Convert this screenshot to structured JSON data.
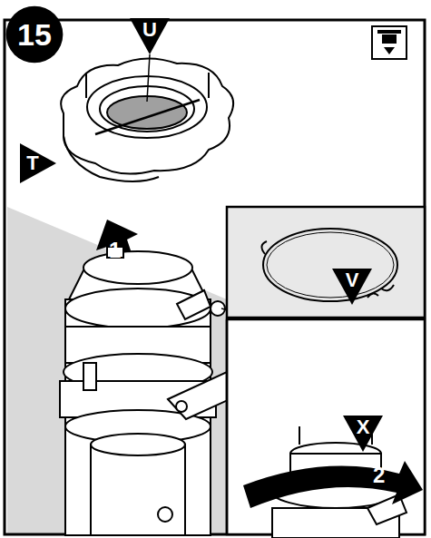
{
  "diagram": {
    "nodes": [
      {
        "text": [
          "15"
        ]
      },
      {
        "text": [
          "U"
        ]
      },
      {
        "text": [
          "T"
        ]
      },
      {
        "text": [
          "V"
        ]
      },
      {
        "text": [
          "X"
        ]
      }
    ],
    "labels": [
      "1",
      "2"
    ]
  }
}
